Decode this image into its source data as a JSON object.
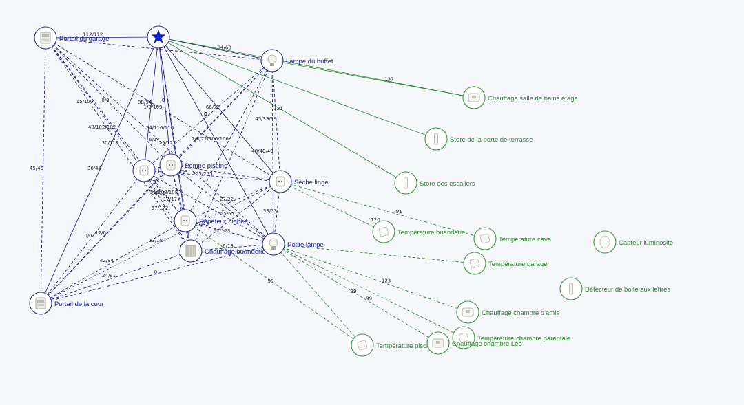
{
  "colors": {
    "mesh": "#1a1f8f",
    "end": "#2e8b2e",
    "ring_mesh": "#2b3090",
    "ring_end": "#3a9a3a",
    "background": "#f6f7fb",
    "star": "#1020c8"
  },
  "nodes": [
    {
      "id": "coord",
      "label": "",
      "kind": "coordinator",
      "icon": "star-icon"
    },
    {
      "id": "portail_garage",
      "label": "Portail du garage",
      "kind": "router",
      "icon": "switch-module-icon"
    },
    {
      "id": "lampe_buffet",
      "label": "Lampe du buffet",
      "kind": "router",
      "icon": "bulb-icon"
    },
    {
      "id": "lave_linge",
      "label": "Lave linge",
      "kind": "router",
      "icon": "plug-icon"
    },
    {
      "id": "pompe_piscine",
      "label": "Pompe piscine",
      "kind": "router",
      "icon": "plug-icon"
    },
    {
      "id": "seche_linge",
      "label": "Sèche linge",
      "kind": "router",
      "icon": "plug-icon"
    },
    {
      "id": "repeteur",
      "label": "Répéteur Zigbee",
      "kind": "router",
      "icon": "plug-icon"
    },
    {
      "id": "chauffage_buanderie",
      "label": "Chauffage buanderie",
      "kind": "router",
      "icon": "radiator-icon"
    },
    {
      "id": "petite_lampe",
      "label": "Petite lampe",
      "kind": "router",
      "icon": "bulb-icon"
    },
    {
      "id": "portail_cour",
      "label": "Portail de la cour",
      "kind": "router",
      "icon": "switch-module-icon"
    },
    {
      "id": "chauffage_sdb",
      "label": "Chauffage salle de bains étage",
      "kind": "end",
      "icon": "thermostat-valve-icon"
    },
    {
      "id": "store_terrasse",
      "label": "Store de la porte de terrasse",
      "kind": "end",
      "icon": "contact-sensor-icon"
    },
    {
      "id": "store_escaliers",
      "label": "Store des escaliers",
      "kind": "end",
      "icon": "contact-sensor-icon"
    },
    {
      "id": "temp_buanderie",
      "label": "Température buanderie",
      "kind": "end",
      "icon": "temperature-sensor-icon"
    },
    {
      "id": "temp_cave",
      "label": "Température cave",
      "kind": "end",
      "icon": "temperature-sensor-icon"
    },
    {
      "id": "capteur_lum",
      "label": "Capteur luminosité",
      "kind": "end",
      "icon": "light-sensor-icon"
    },
    {
      "id": "temp_garage",
      "label": "Température garage",
      "kind": "end",
      "icon": "temperature-sensor-icon"
    },
    {
      "id": "detecteur_boite",
      "label": "Détecteur de boite aux lettres",
      "kind": "end",
      "icon": "contact-sensor-icon"
    },
    {
      "id": "chauffage_amis",
      "label": "Chauffage chambre d'amis",
      "kind": "end",
      "icon": "thermostat-valve-icon"
    },
    {
      "id": "temp_parentale",
      "label": "Température chambre parentale",
      "kind": "end",
      "icon": "temperature-sensor-icon"
    },
    {
      "id": "temp_piscine",
      "label": "Température piscine",
      "kind": "end",
      "icon": "temperature-sensor-icon"
    },
    {
      "id": "chauffage_leo",
      "label": "Chauffage chambre Léo",
      "kind": "end",
      "icon": "thermostat-valve-icon"
    }
  ],
  "edges": [
    {
      "from": "coord",
      "to": "portail_garage",
      "label": "112/112",
      "style": "solid"
    },
    {
      "from": "coord",
      "to": "lampe_buffet",
      "label": "84/60",
      "style": "solid"
    },
    {
      "from": "coord",
      "to": "lave_linge",
      "label": "",
      "style": "solid"
    },
    {
      "from": "coord",
      "to": "pompe_piscine",
      "label": "",
      "style": "solid"
    },
    {
      "from": "coord",
      "to": "seche_linge",
      "label": "",
      "style": "solid"
    },
    {
      "from": "coord",
      "to": "repeteur",
      "label": "",
      "style": "solid"
    },
    {
      "from": "coord",
      "to": "petite_lampe",
      "label": "",
      "style": "solid"
    },
    {
      "from": "coord",
      "to": "portail_cour",
      "label": "",
      "style": "solid"
    },
    {
      "from": "coord",
      "to": "chauffage_buanderie",
      "label": "",
      "style": "dashed"
    },
    {
      "from": "coord",
      "to": "chauffage_sdb",
      "label": "",
      "style": "solid_end"
    },
    {
      "from": "coord",
      "to": "store_terrasse",
      "label": "",
      "style": "solid_end"
    },
    {
      "from": "coord",
      "to": "store_escaliers",
      "label": "",
      "style": "solid_end"
    },
    {
      "from": "portail_garage",
      "to": "lampe_buffet",
      "label": "",
      "style": "dashed"
    },
    {
      "from": "portail_garage",
      "to": "lave_linge",
      "label": "",
      "style": "dashed"
    },
    {
      "from": "portail_garage",
      "to": "pompe_piscine",
      "label": "",
      "style": "dashed"
    },
    {
      "from": "portail_garage",
      "to": "seche_linge",
      "label": "",
      "style": "dashed"
    },
    {
      "from": "portail_garage",
      "to": "repeteur",
      "label": "",
      "style": "dashed"
    },
    {
      "from": "portail_garage",
      "to": "chauffage_buanderie",
      "label": "",
      "style": "dashed"
    },
    {
      "from": "portail_garage",
      "to": "petite_lampe",
      "label": "",
      "style": "dashed"
    },
    {
      "from": "portail_garage",
      "to": "portail_cour",
      "label": "",
      "style": "dashed"
    },
    {
      "from": "lampe_buffet",
      "to": "lave_linge",
      "label": "",
      "style": "dashed"
    },
    {
      "from": "lampe_buffet",
      "to": "pompe_piscine",
      "label": "",
      "style": "dashed"
    },
    {
      "from": "lampe_buffet",
      "to": "seche_linge",
      "label": "",
      "style": "dashed"
    },
    {
      "from": "lampe_buffet",
      "to": "repeteur",
      "label": "",
      "style": "dashed"
    },
    {
      "from": "lampe_buffet",
      "to": "chauffage_buanderie",
      "label": "",
      "style": "dashed"
    },
    {
      "from": "lampe_buffet",
      "to": "petite_lampe",
      "label": "",
      "style": "dashed"
    },
    {
      "from": "lampe_buffet",
      "to": "portail_cour",
      "label": "",
      "style": "dashed"
    },
    {
      "from": "lave_linge",
      "to": "pompe_piscine",
      "label": "",
      "style": "dashed"
    },
    {
      "from": "lave_linge",
      "to": "seche_linge",
      "label": "",
      "style": "dashed"
    },
    {
      "from": "lave_linge",
      "to": "repeteur",
      "label": "",
      "style": "dashed"
    },
    {
      "from": "lave_linge",
      "to": "chauffage_buanderie",
      "label": "",
      "style": "dashed"
    },
    {
      "from": "lave_linge",
      "to": "petite_lampe",
      "label": "",
      "style": "dashed"
    },
    {
      "from": "lave_linge",
      "to": "portail_cour",
      "label": "",
      "style": "dashed"
    },
    {
      "from": "pompe_piscine",
      "to": "seche_linge",
      "label": "",
      "style": "dashed"
    },
    {
      "from": "pompe_piscine",
      "to": "repeteur",
      "label": "",
      "style": "dashed"
    },
    {
      "from": "pompe_piscine",
      "to": "chauffage_buanderie",
      "label": "",
      "style": "dashed"
    },
    {
      "from": "pompe_piscine",
      "to": "petite_lampe",
      "label": "",
      "style": "dashed"
    },
    {
      "from": "pompe_piscine",
      "to": "portail_cour",
      "label": "",
      "style": "dashed"
    },
    {
      "from": "seche_linge",
      "to": "repeteur",
      "label": "",
      "style": "dashed"
    },
    {
      "from": "seche_linge",
      "to": "chauffage_buanderie",
      "label": "",
      "style": "dashed"
    },
    {
      "from": "seche_linge",
      "to": "petite_lampe",
      "label": "",
      "style": "dashed"
    },
    {
      "from": "seche_linge",
      "to": "portail_cour",
      "label": "",
      "style": "dashed"
    },
    {
      "from": "repeteur",
      "to": "chauffage_buanderie",
      "label": "",
      "style": "dashed"
    },
    {
      "from": "repeteur",
      "to": "petite_lampe",
      "label": "",
      "style": "dashed"
    },
    {
      "from": "repeteur",
      "to": "portail_cour",
      "label": "",
      "style": "dashed"
    },
    {
      "from": "chauffage_buanderie",
      "to": "petite_lampe",
      "label": "",
      "style": "dashed"
    },
    {
      "from": "chauffage_buanderie",
      "to": "portail_cour",
      "label": "",
      "style": "dashed"
    },
    {
      "from": "petite_lampe",
      "to": "portail_cour",
      "label": "",
      "style": "dashed"
    },
    {
      "from": "lampe_buffet",
      "to": "chauffage_sdb",
      "label": "137",
      "style": "solid_end"
    },
    {
      "from": "seche_linge",
      "to": "temp_buanderie",
      "label": "",
      "style": "dashed_end"
    },
    {
      "from": "seche_linge",
      "to": "temp_cave",
      "label": "91",
      "style": "dashed_end"
    },
    {
      "from": "petite_lampe",
      "to": "temp_garage",
      "label": "",
      "style": "dashed_end"
    },
    {
      "from": "petite_lampe",
      "to": "chauffage_amis",
      "label": "123",
      "style": "dashed_end"
    },
    {
      "from": "petite_lampe",
      "to": "temp_parentale",
      "label": "",
      "style": "dashed_end"
    },
    {
      "from": "petite_lampe",
      "to": "chauffage_leo",
      "label": "99",
      "style": "dashed_end"
    },
    {
      "from": "petite_lampe",
      "to": "temp_piscine",
      "label": "",
      "style": "dashed_end"
    },
    {
      "from": "repeteur",
      "to": "temp_piscine",
      "label": "",
      "style": "dashed_end"
    }
  ],
  "floating_labels": [
    "8B/94",
    "0",
    "1/3/109",
    "15/100",
    "0/0",
    "48/102/102",
    "6/17",
    "25/122",
    "54/116/116",
    "7/8/72/106/106",
    "0",
    "30/116",
    "36/44",
    "45/45",
    "45/39/39",
    "48/48/49",
    "121",
    "255/255",
    "11/3/3",
    "36/11",
    "51/108/108",
    "57/172",
    "27/22",
    "55/65",
    "62/123",
    "33/33",
    "27/42",
    "6/18",
    "0/0",
    "12/0",
    "42/94",
    "24/91",
    "0",
    "13/18",
    "17/17",
    "120",
    "98",
    "99",
    "0",
    "66/72"
  ]
}
